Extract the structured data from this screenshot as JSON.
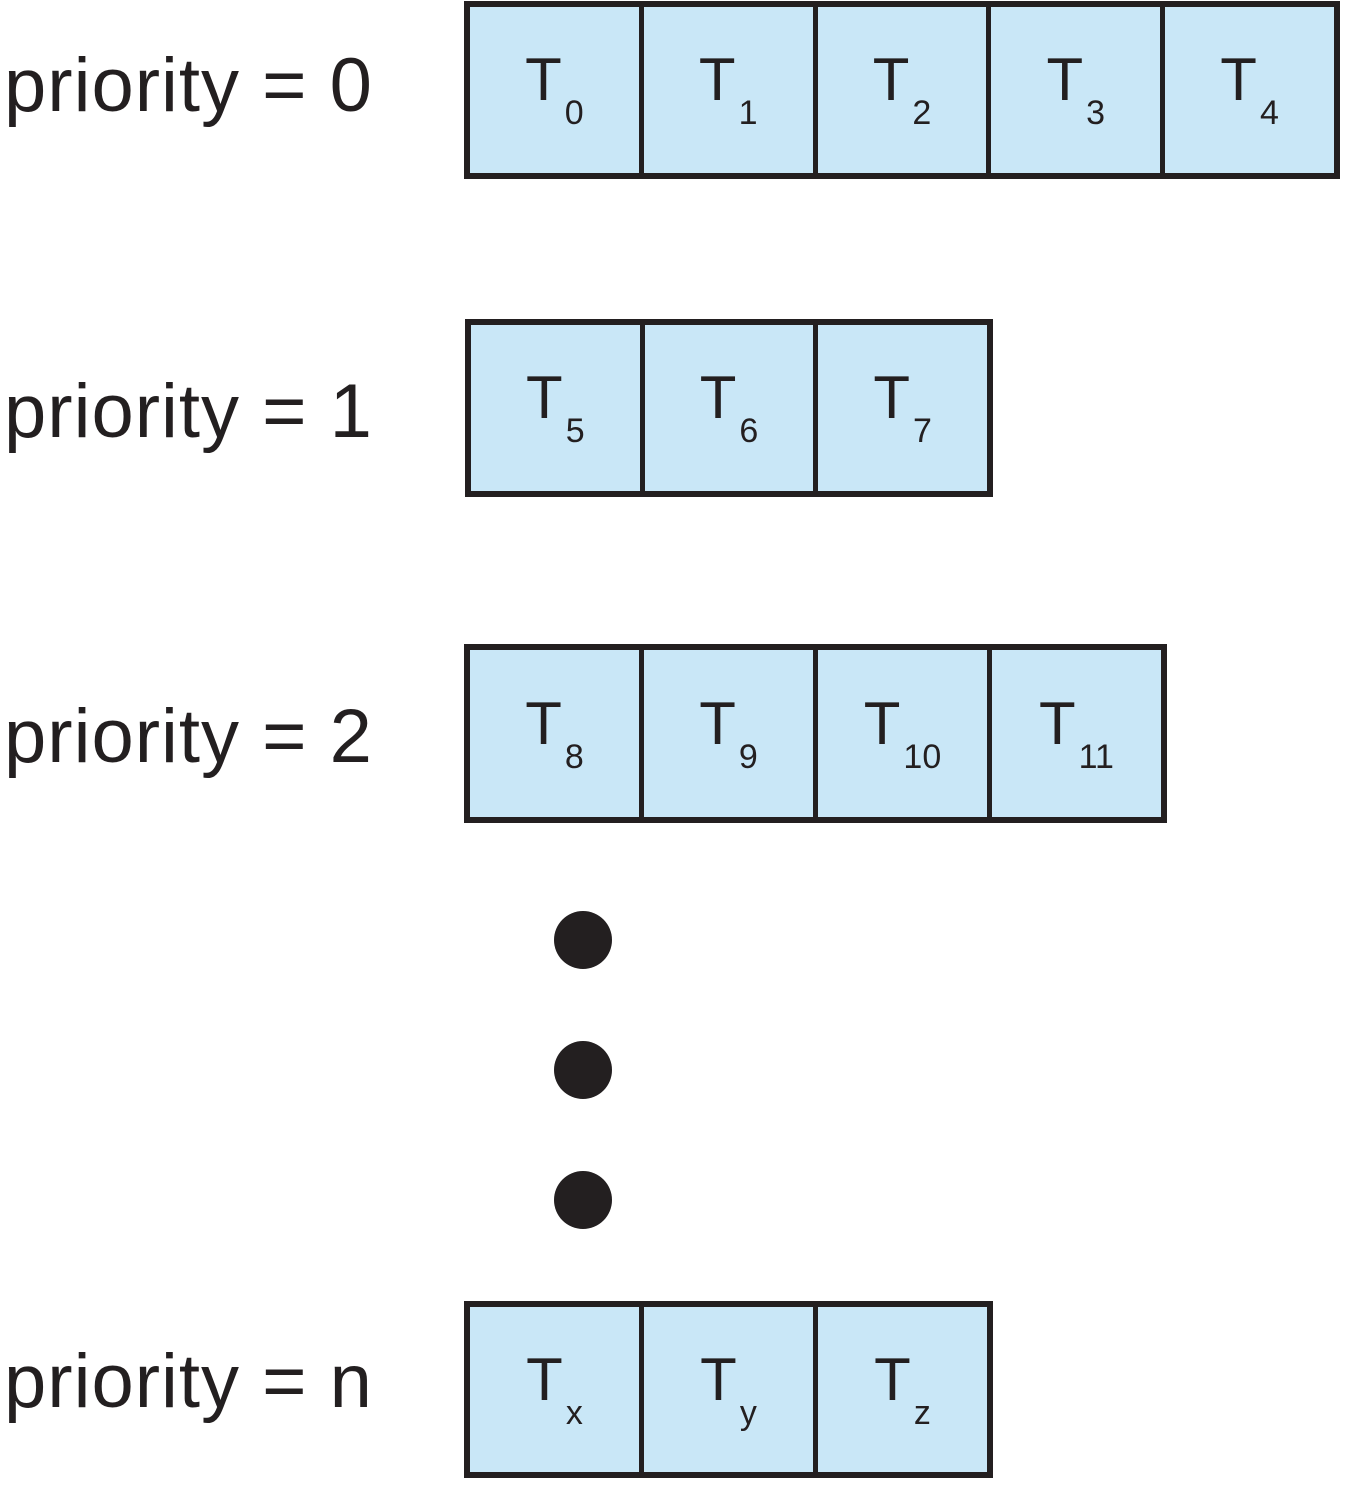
{
  "colors": {
    "box_fill": "#c9e7f7",
    "line": "#231f20",
    "background": "#ffffff"
  },
  "rows": [
    {
      "label": "priority = 0",
      "tasks": [
        {
          "base": "T",
          "sub": "0"
        },
        {
          "base": "T",
          "sub": "1"
        },
        {
          "base": "T",
          "sub": "2"
        },
        {
          "base": "T",
          "sub": "3"
        },
        {
          "base": "T",
          "sub": "4"
        }
      ]
    },
    {
      "label": "priority = 1",
      "tasks": [
        {
          "base": "T",
          "sub": "5"
        },
        {
          "base": "T",
          "sub": "6"
        },
        {
          "base": "T",
          "sub": "7"
        }
      ]
    },
    {
      "label": "priority = 2",
      "tasks": [
        {
          "base": "T",
          "sub": "8"
        },
        {
          "base": "T",
          "sub": "9"
        },
        {
          "base": "T",
          "sub": "10"
        },
        {
          "base": "T",
          "sub": "11"
        }
      ]
    },
    {
      "label": "priority = n",
      "tasks": [
        {
          "base": "T",
          "sub": "x"
        },
        {
          "base": "T",
          "sub": "y"
        },
        {
          "base": "T",
          "sub": "z"
        }
      ]
    }
  ],
  "ellipsis": {
    "style": "vertical-dots",
    "count": 3
  }
}
